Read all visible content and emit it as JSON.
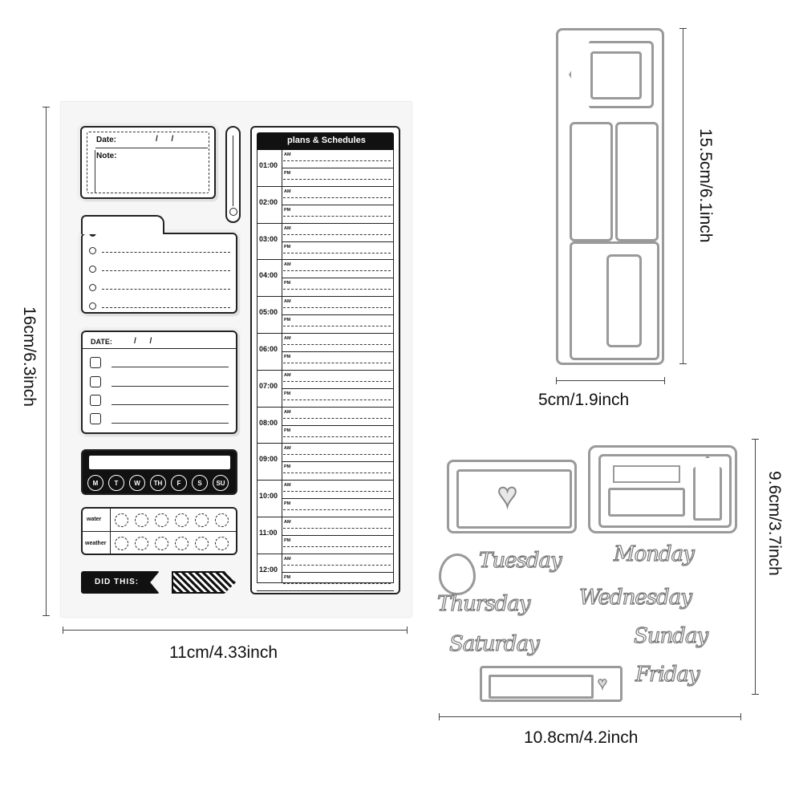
{
  "dimensions": {
    "stamp_width": "11cm/4.33inch",
    "stamp_height": "16cm/6.3inch",
    "die1_width": "5cm/1.9inch",
    "die1_height": "15.5cm/6.1inch",
    "die2_width": "10.8cm/4.2inch",
    "die2_height": "9.6cm/3.7inch"
  },
  "stamps": {
    "date_label": "Date:",
    "date_slashes": "/      /",
    "note_label": "Note:",
    "date_caps_label": "DATE:",
    "date_caps_slashes": "/      /",
    "days": [
      "M",
      "T",
      "W",
      "TH",
      "F",
      "S",
      "SU"
    ],
    "water_label": "water",
    "weather_label": "weather",
    "did_this": "DID THIS:",
    "schedule_title": "plans & Schedules",
    "am_label": "AM",
    "pm_label": "PM",
    "hours": [
      "01:00",
      "02:00",
      "03:00",
      "04:00",
      "05:00",
      "06:00",
      "07:00",
      "08:00",
      "09:00",
      "10:00",
      "11:00",
      "12:00"
    ]
  },
  "dies": {
    "words": [
      "Tuesday",
      "Monday",
      "Thursday",
      "Wednesday",
      "Saturday",
      "Sunday",
      "Friday"
    ]
  }
}
